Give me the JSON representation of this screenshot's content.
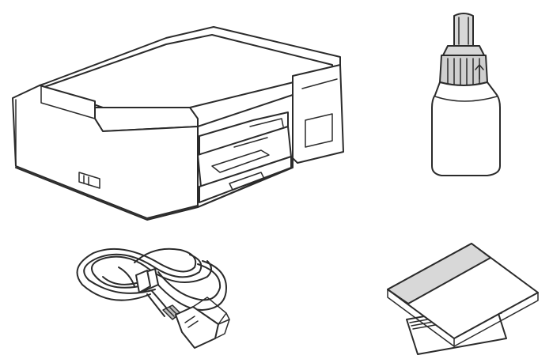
{
  "illustration": {
    "items": [
      {
        "name": "printer"
      },
      {
        "name": "ink-bottle"
      },
      {
        "name": "power-cord"
      },
      {
        "name": "documentation"
      }
    ],
    "colors": {
      "line": "#2b2b2b",
      "shade": "#d8d8d8",
      "white": "#ffffff"
    }
  }
}
